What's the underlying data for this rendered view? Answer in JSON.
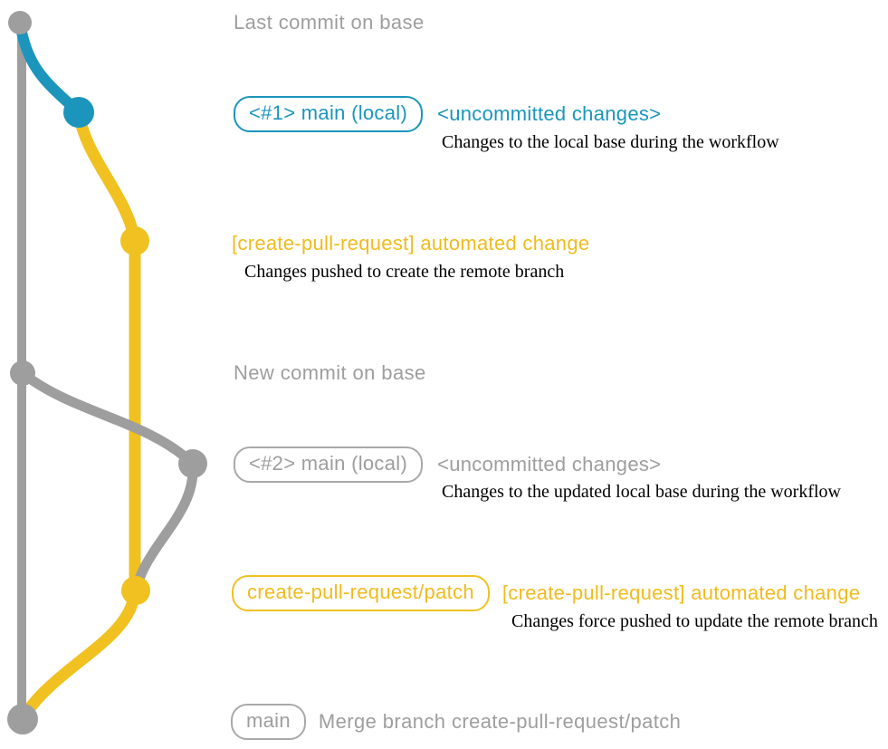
{
  "colors": {
    "gray": "#9e9e9e",
    "blue": "#1b95bb",
    "yellow": "#f0c120",
    "note_text": "#000000"
  },
  "graph": {
    "type": "git-branch-diagram",
    "branches": [
      "base",
      "main (local)",
      "create-pull-request/patch"
    ],
    "commits": [
      {
        "name": "last-commit-on-base",
        "branch": "base",
        "color": "gray"
      },
      {
        "name": "main-local-1",
        "branch": "main (local)",
        "color": "blue"
      },
      {
        "name": "automated-change-1",
        "branch": "create-pull-request/patch",
        "color": "yellow"
      },
      {
        "name": "new-commit-on-base",
        "branch": "base",
        "color": "gray"
      },
      {
        "name": "main-local-2",
        "branch": "main (local)",
        "color": "gray"
      },
      {
        "name": "automated-change-2",
        "branch": "create-pull-request/patch",
        "color": "yellow"
      },
      {
        "name": "merge-commit",
        "branch": "base",
        "color": "gray"
      }
    ]
  },
  "annotations": {
    "last_commit_label": "Last commit on base",
    "row1": {
      "badge": "<#1> main (local)",
      "heading": "<uncommitted changes>",
      "note": "Changes to the local base during the workflow"
    },
    "row2": {
      "heading": "[create-pull-request] automated change",
      "note": "Changes pushed to create the remote branch"
    },
    "new_commit_label": "New commit on base",
    "row3": {
      "badge": "<#2> main (local)",
      "heading": "<uncommitted changes>",
      "note": "Changes to the updated local base during the workflow"
    },
    "row4": {
      "badge": "create-pull-request/patch",
      "heading": "[create-pull-request] automated change",
      "note": "Changes force pushed to update the remote branch"
    },
    "row5": {
      "badge": "main",
      "label": "Merge branch create-pull-request/patch"
    }
  }
}
